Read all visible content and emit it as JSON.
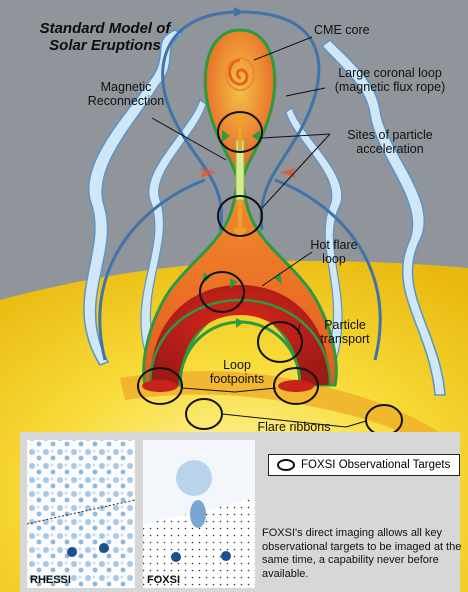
{
  "title": "Standard Model of\nSolar Eruptions",
  "labels": {
    "cme_core": "CME core",
    "magnetic_reconnection": "Magnetic\nReconnection",
    "large_coronal_loop": "Large coronal loop\n(magnetic flux rope)",
    "sites_particle_acceleration": "Sites of particle\nacceleration",
    "hot_flare_loop": "Hot flare\nloop",
    "particle_transport": "Particle\ntransport",
    "loop_footpoints": "Loop\nfootpoints",
    "flare_ribbons": "Flare ribbons"
  },
  "legend": {
    "text": "FOXSI Observational Targets"
  },
  "inset": {
    "left_label": "RHESSI",
    "right_label": "FOXSI",
    "caption": "FOXSI's direct imaging allows all key observational targets to be imaged at the same time, a capability never before available."
  },
  "colors": {
    "sky": "#8f959a",
    "sun": "#f7d31c",
    "flux_rope_blue": "#4f87bf",
    "flux_rope_light": "#cfe7f6",
    "flare_orange": "#ec6a22",
    "flare_red": "#c7221c",
    "loop_green": "#2c9a3f",
    "arrow_orange": "#f0a12a"
  }
}
